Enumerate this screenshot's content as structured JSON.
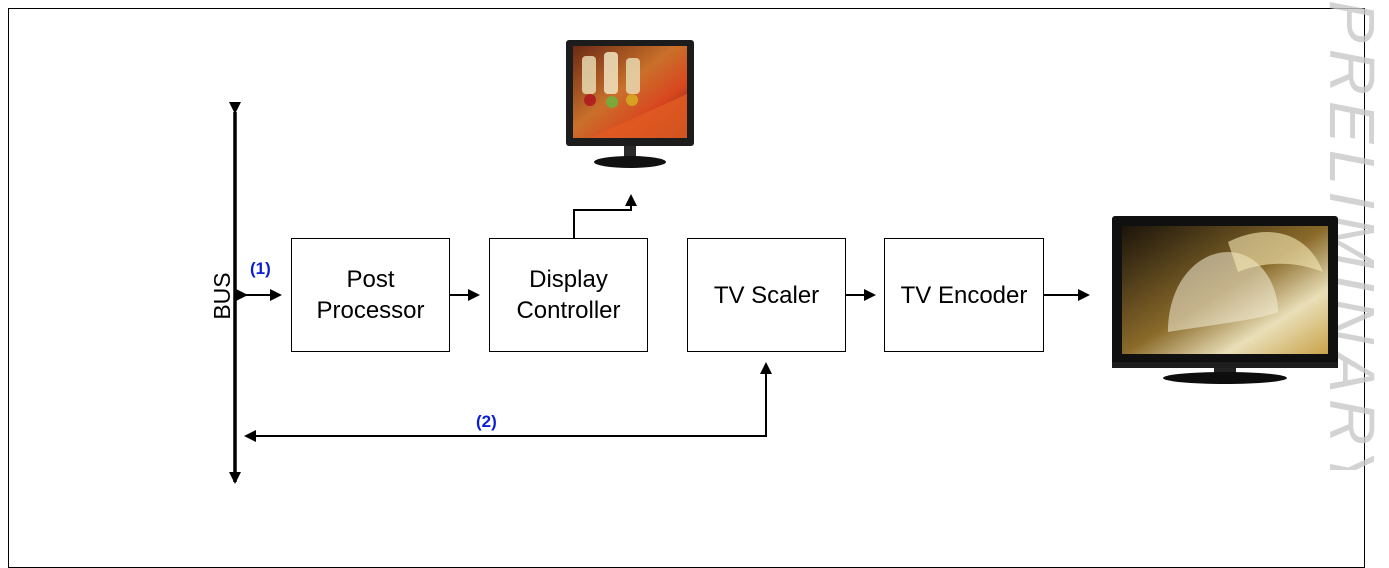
{
  "watermark": "PRELIMINARY",
  "bus": {
    "label": "BUS"
  },
  "path_labels": {
    "p1": "(1)",
    "p2": "(2)"
  },
  "blocks": {
    "post_processor": "Post\nProcessor",
    "display_controller": "Display\nController",
    "tv_scaler": "TV Scaler",
    "tv_encoder": "TV Encoder"
  },
  "colors": {
    "path_label": "#0b1fd1",
    "line": "#000000"
  },
  "icons": {
    "lcd_monitor": "lcd-monitor-icon",
    "flat_tv": "flat-tv-icon"
  }
}
